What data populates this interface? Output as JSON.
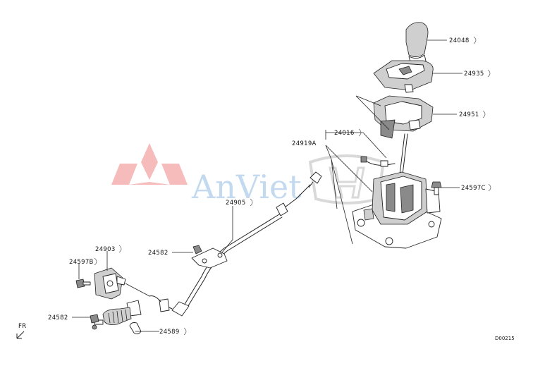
{
  "diagram": {
    "part_labels": {
      "p24048": "24048",
      "p24935": "24935",
      "p24951": "24951",
      "p24016": "24016",
      "p24919A": "24919A",
      "p24597C": "24597C",
      "p24905": "24905",
      "p24582_upper": "24582",
      "p24903": "24903",
      "p24597B": "24597B",
      "p24582_lower": "24582",
      "p24589": "24589"
    },
    "direction_label": "FR",
    "drawing_code": "D00215",
    "watermark_text": "AnViet"
  },
  "colors": {
    "watermark_red": "#f4a5a5",
    "watermark_blue": "#b9d3ee",
    "line": "#222222"
  }
}
